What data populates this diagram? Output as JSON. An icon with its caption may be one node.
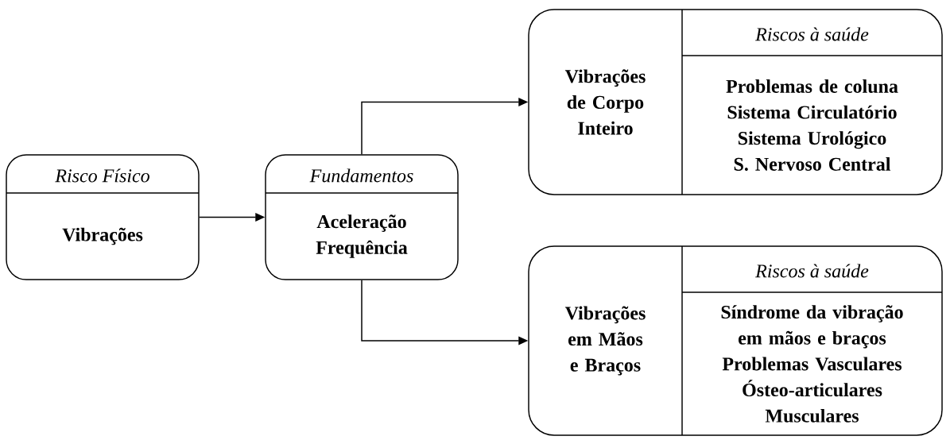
{
  "diagram": {
    "nodes": [
      {
        "text": [
          "Risco Físico",
          "Vibrações"
        ]
      },
      {
        "text": [
          "Fundamentos",
          "Aceleração",
          "Frequência"
        ]
      },
      {
        "text": [
          "Vibrações de Corpo Inteiro",
          "Riscos à saúde",
          "Problemas de coluna",
          "Sistema Circulatório",
          "Sistema Urológico",
          "S. Nervoso Central"
        ]
      },
      {
        "text": [
          "Vibrações em Mãos e Braços",
          "Riscos à saúde",
          "Síndrome da vibração em mãos e braços",
          "Problemas Vasculares",
          "Ósteo-articulares",
          "Musculares"
        ]
      }
    ],
    "edges": [
      {
        "from": 0,
        "to": 1,
        "arrow": "to"
      },
      {
        "from": 1,
        "to": 2,
        "arrow": "to"
      },
      {
        "from": 1,
        "to": 3,
        "arrow": "to"
      }
    ]
  }
}
